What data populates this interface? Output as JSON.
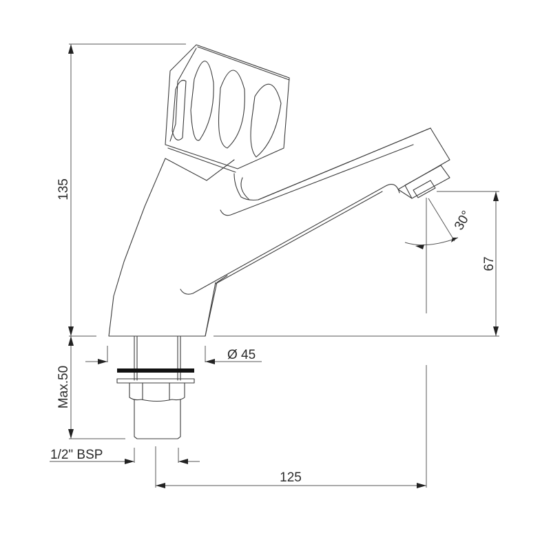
{
  "drawing": {
    "subject": "Single pillar push-button tap technical drawing",
    "line_color": "#3a3a3a",
    "background": "#ffffff"
  },
  "dimensions": {
    "height_total": "135",
    "spout_height": "67",
    "spout_reach": "125",
    "base_diameter": "Ø 45",
    "max_deck_thickness": "Max.50",
    "thread_size": "1/2\" BSP",
    "outlet_angle": "30°"
  }
}
